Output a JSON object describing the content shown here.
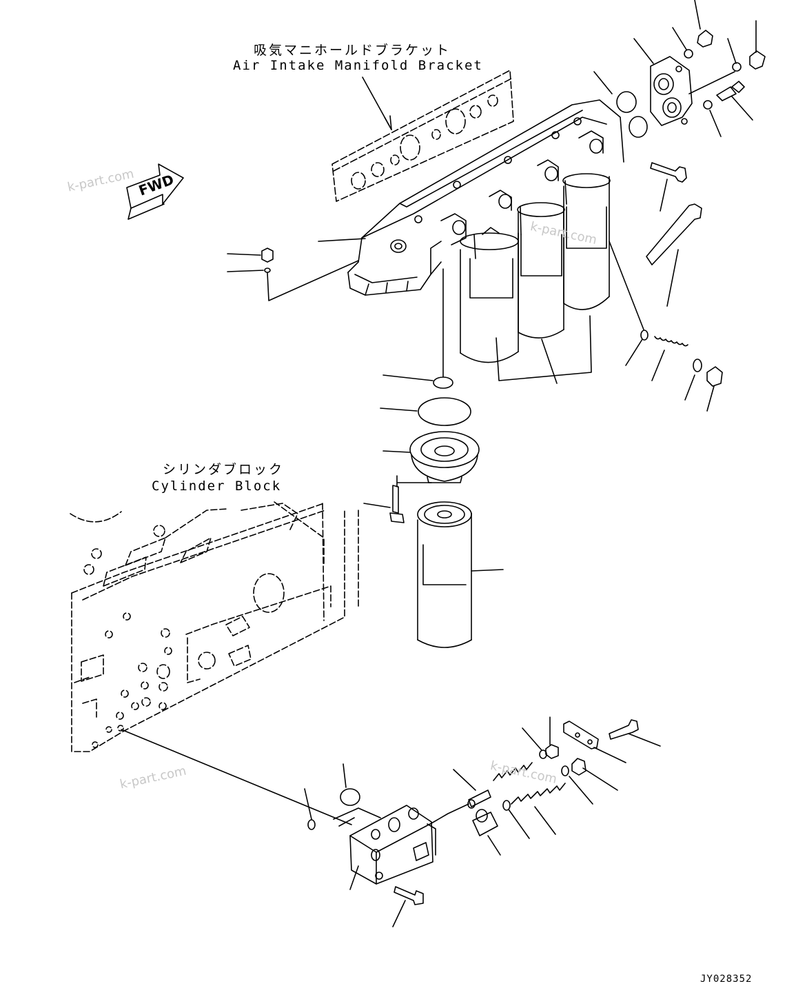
{
  "labels": {
    "air_intake_jp": "吸気マニホールドブラケット",
    "air_intake_en": "Air Intake Manifold Bracket",
    "cylinder_block_jp": "シリンダブロック",
    "cylinder_block_en": "Cylinder Block",
    "fwd": "FWD",
    "drawing_code": "JY028352"
  },
  "watermark": {
    "text": "k-part.com"
  },
  "colors": {
    "line": "#000000",
    "background": "#ffffff",
    "watermark": "#c8c8c8"
  }
}
